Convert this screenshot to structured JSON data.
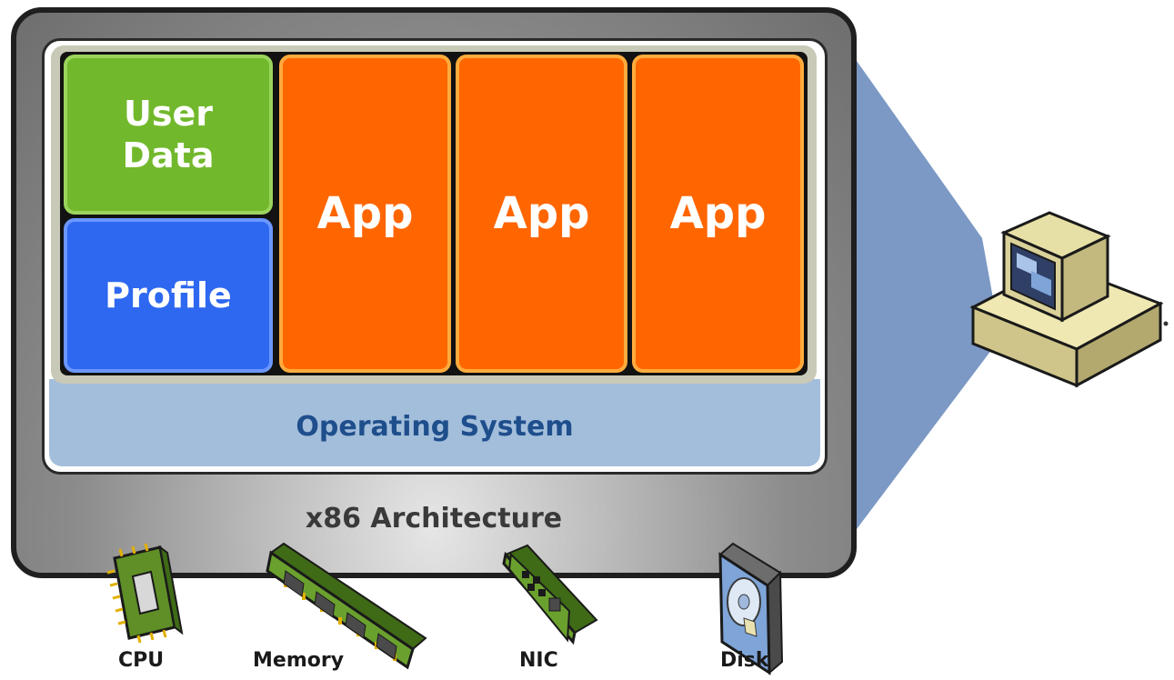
{
  "diagram": {
    "blocks": {
      "user_data": "User Data",
      "profile": "Profile",
      "apps": [
        "App",
        "App",
        "App"
      ]
    },
    "os_label": "Operating System",
    "hardware_label": "x86 Architecture",
    "hardware_components": [
      "CPU",
      "Memory",
      "NIC",
      "Disk"
    ],
    "icons": [
      "cpu-chip-icon",
      "memory-module-icon",
      "network-card-icon",
      "disk-drive-icon",
      "desktop-computer-icon"
    ],
    "colors": {
      "user_data": "#72b82c",
      "profile": "#2e68f0",
      "app": "#ff6600",
      "os_band": "#a3bedb",
      "os_text": "#1f4e8c",
      "projection": "#7b99c4"
    }
  }
}
